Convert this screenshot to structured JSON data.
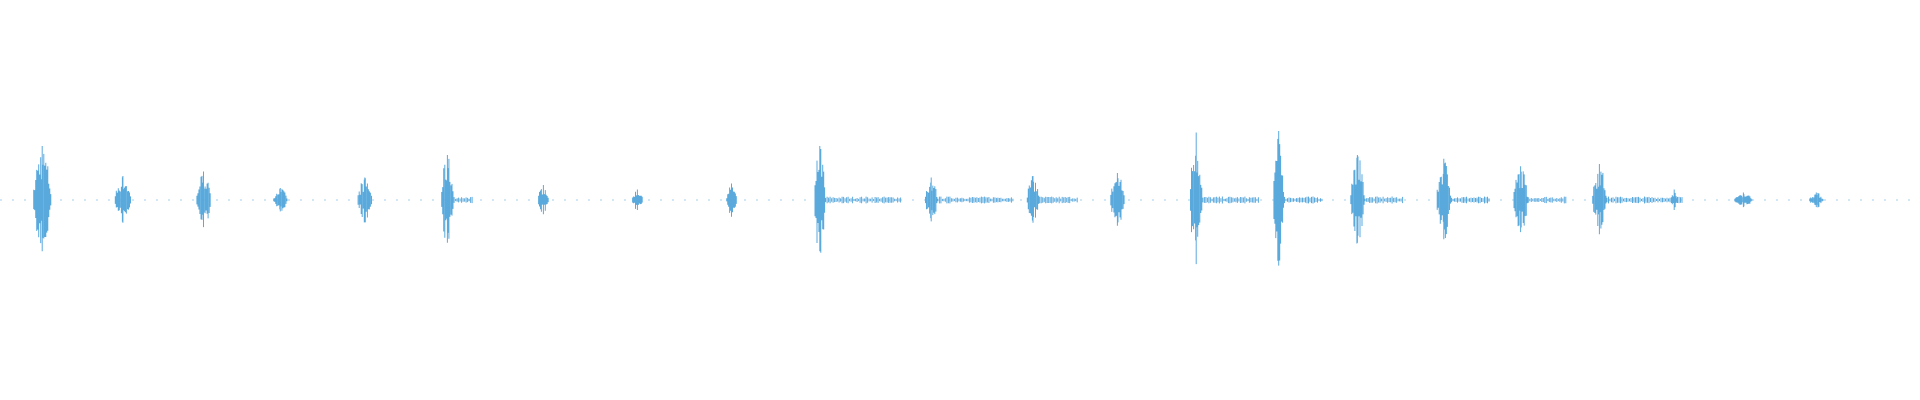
{
  "waveform": {
    "color": "#5aa9dd",
    "background": "#ffffff",
    "duration_fraction_scale": "0-1 along track",
    "bursts": [
      {
        "pos": 0.022,
        "amp": 0.72,
        "width": 0.01,
        "sustain": 0.0
      },
      {
        "pos": 0.064,
        "amp": 0.32,
        "width": 0.009,
        "sustain": 0.0
      },
      {
        "pos": 0.106,
        "amp": 0.38,
        "width": 0.008,
        "sustain": 0.0
      },
      {
        "pos": 0.146,
        "amp": 0.16,
        "width": 0.008,
        "sustain": 0.0
      },
      {
        "pos": 0.19,
        "amp": 0.3,
        "width": 0.008,
        "sustain": 0.0
      },
      {
        "pos": 0.233,
        "amp": 0.6,
        "width": 0.007,
        "sustain": 0.01
      },
      {
        "pos": 0.283,
        "amp": 0.2,
        "width": 0.006,
        "sustain": 0.0
      },
      {
        "pos": 0.332,
        "amp": 0.14,
        "width": 0.006,
        "sustain": 0.0
      },
      {
        "pos": 0.381,
        "amp": 0.22,
        "width": 0.006,
        "sustain": 0.0
      },
      {
        "pos": 0.427,
        "amp": 0.72,
        "width": 0.006,
        "sustain": 0.04
      },
      {
        "pos": 0.485,
        "amp": 0.3,
        "width": 0.007,
        "sustain": 0.04
      },
      {
        "pos": 0.538,
        "amp": 0.32,
        "width": 0.007,
        "sustain": 0.02
      },
      {
        "pos": 0.582,
        "amp": 0.36,
        "width": 0.008,
        "sustain": 0.0
      },
      {
        "pos": 0.623,
        "amp": 0.9,
        "width": 0.007,
        "sustain": 0.03
      },
      {
        "pos": 0.666,
        "amp": 0.92,
        "width": 0.006,
        "sustain": 0.02
      },
      {
        "pos": 0.707,
        "amp": 0.6,
        "width": 0.008,
        "sustain": 0.02
      },
      {
        "pos": 0.752,
        "amp": 0.55,
        "width": 0.008,
        "sustain": 0.02
      },
      {
        "pos": 0.792,
        "amp": 0.45,
        "width": 0.008,
        "sustain": 0.02
      },
      {
        "pos": 0.833,
        "amp": 0.48,
        "width": 0.008,
        "sustain": 0.04
      },
      {
        "pos": 0.872,
        "amp": 0.14,
        "width": 0.004,
        "sustain": 0.0
      },
      {
        "pos": 0.908,
        "amp": 0.1,
        "width": 0.01,
        "sustain": 0.0
      },
      {
        "pos": 0.946,
        "amp": 0.1,
        "width": 0.008,
        "sustain": 0.0
      }
    ]
  }
}
